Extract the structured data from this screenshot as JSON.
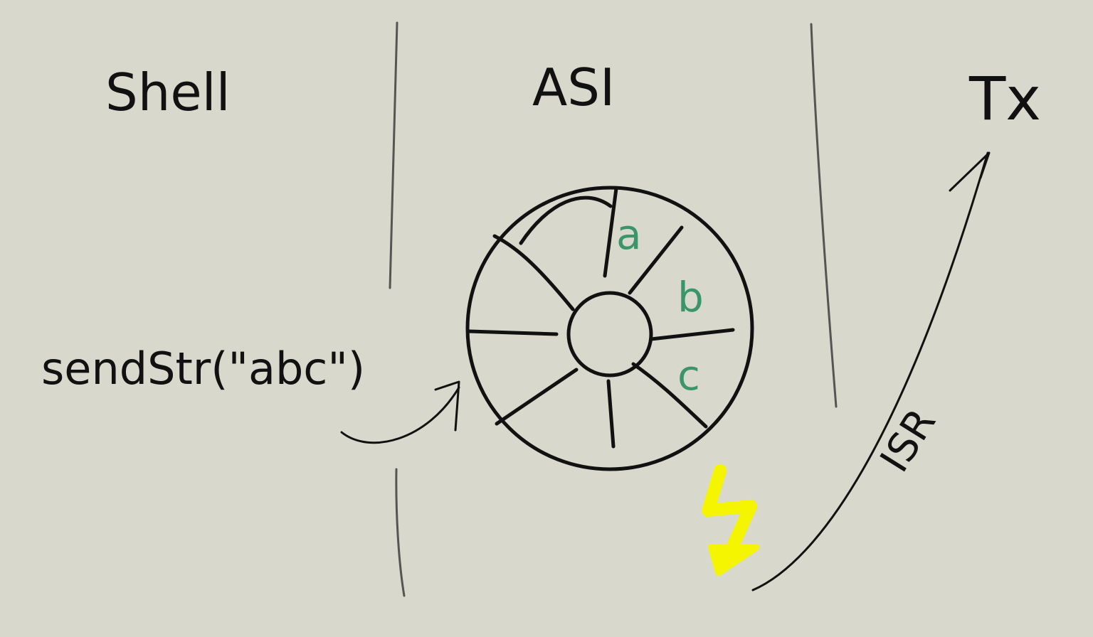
{
  "columns": {
    "shell": "Shell",
    "asi": "ASI"
  },
  "call_label": "sendStr(\"abc\")",
  "ring_buffer": {
    "slots": [
      "a",
      "b",
      "c"
    ],
    "slot_color": "#3a9668"
  },
  "isr_label": "ISR",
  "tx_label": "Tx",
  "interrupt": {
    "color": "#f5f500",
    "icon": "lightning-bolt-icon"
  },
  "colors": {
    "background": "#d9d8cc",
    "ink": "#111111",
    "divider": "#555555"
  }
}
